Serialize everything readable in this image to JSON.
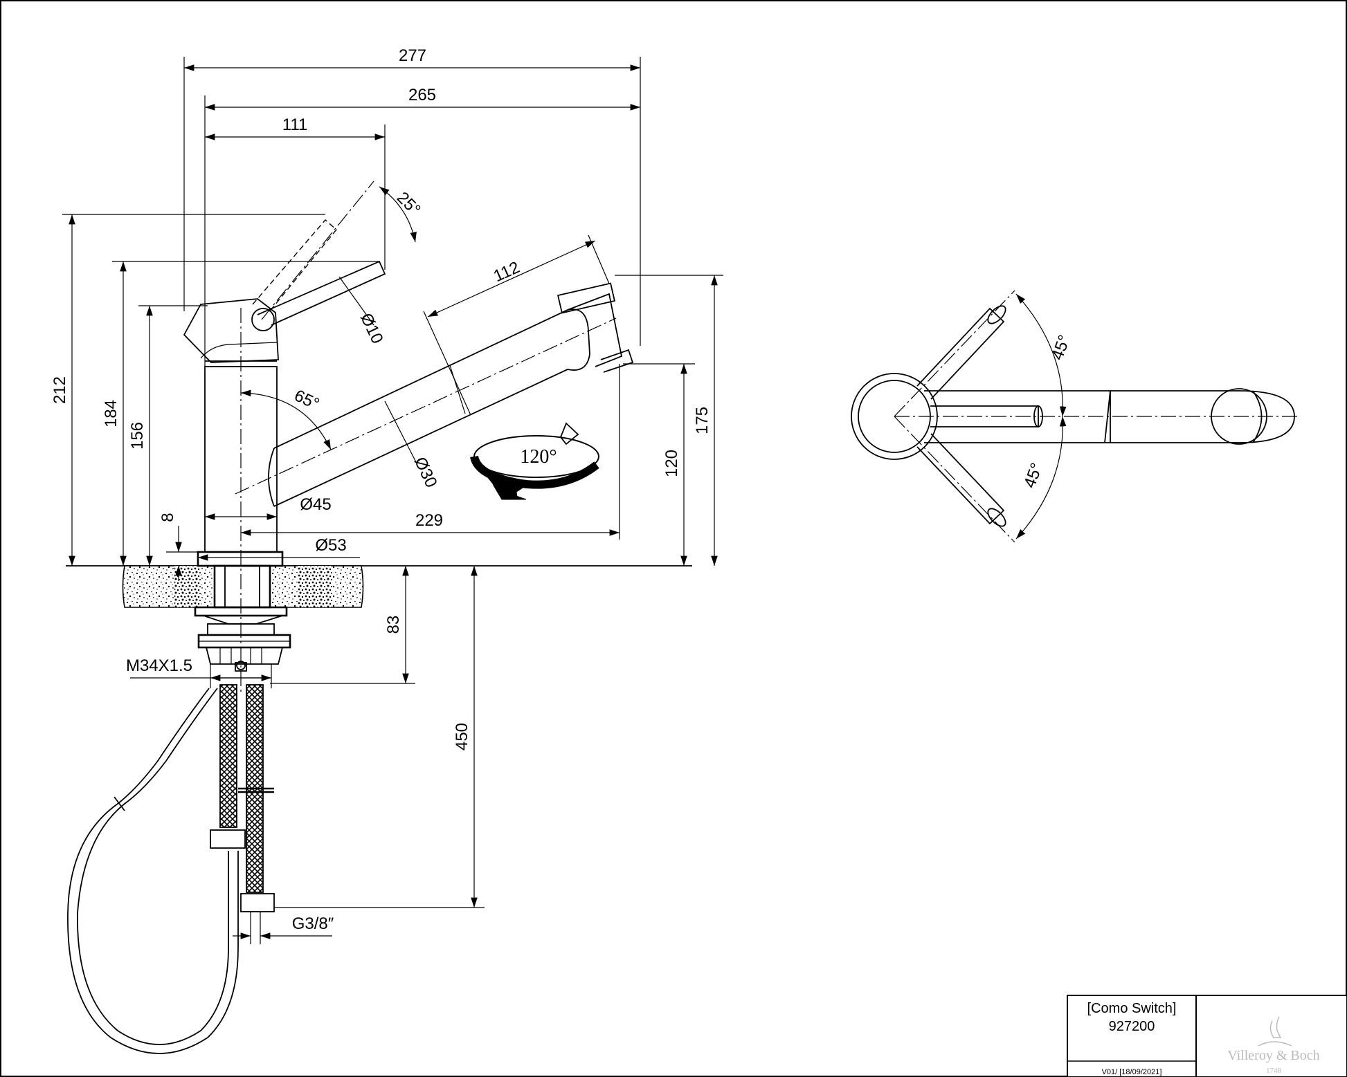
{
  "drawing": {
    "dims": {
      "d277": "277",
      "d265": "265",
      "d111": "111",
      "d25deg": "25°",
      "d212": "212",
      "d184": "184",
      "d156": "156",
      "d10": "Ø10",
      "d112": "112",
      "d65deg": "65°",
      "d30": "Ø30",
      "d120deg": "120°",
      "d175": "175",
      "d120": "120",
      "d8": "8",
      "d45": "Ø45",
      "d229": "229",
      "d53": "Ø53",
      "d83": "83",
      "dm34": "M34X1.5",
      "d450": "450",
      "dg38": "G3/8″",
      "plan45a": "45°",
      "plan45b": "45°"
    },
    "title_block": {
      "product": "[Como Switch]",
      "code": "927200",
      "version": "V01/ [18/09/2021]",
      "logo_text": "Villeroy & Boch",
      "logo_year": "1748"
    }
  }
}
